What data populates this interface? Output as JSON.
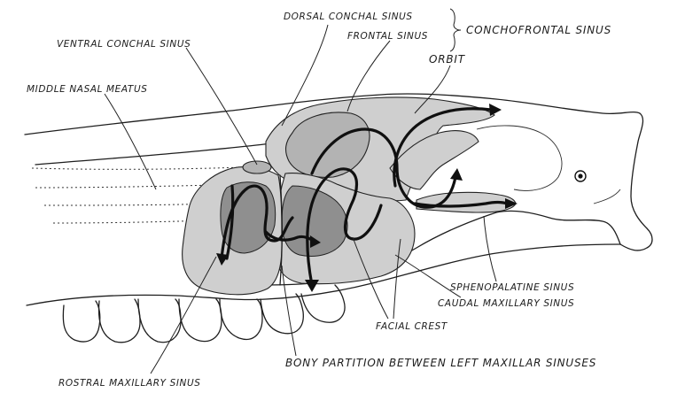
{
  "labels": {
    "dorsal_conchal_sinus": "DORSAL CONCHAL SINUS",
    "frontal_sinus": "FRONTAL SINUS",
    "conchofrontal_sinus": "CONCHOFRONTAL SINUS",
    "ventral_conchal_sinus": "VENTRAL CONCHAL SINUS",
    "orbit": "ORBIT",
    "middle_nasal_meatus": "MIDDLE NASAL MEATUS",
    "sphenopalatine_sinus": "SPHENOPALATINE SINUS",
    "caudal_maxillary_sinus": "CAUDAL MAXILLARY SINUS",
    "facial_crest": "FACIAL CREST",
    "bony_partition": "BONY PARTITION BETWEEN LEFT MAXILLAR SINUSES",
    "rostral_maxillary_sinus": "ROSTRAL MAXILLARY SINUS"
  },
  "colors": {
    "ink": "#1e1e1e",
    "sinus_light": "#cfcfcf",
    "sinus_mid": "#b3b3b3",
    "sinus_dark": "#8f8f8f",
    "background": "#ffffff"
  }
}
